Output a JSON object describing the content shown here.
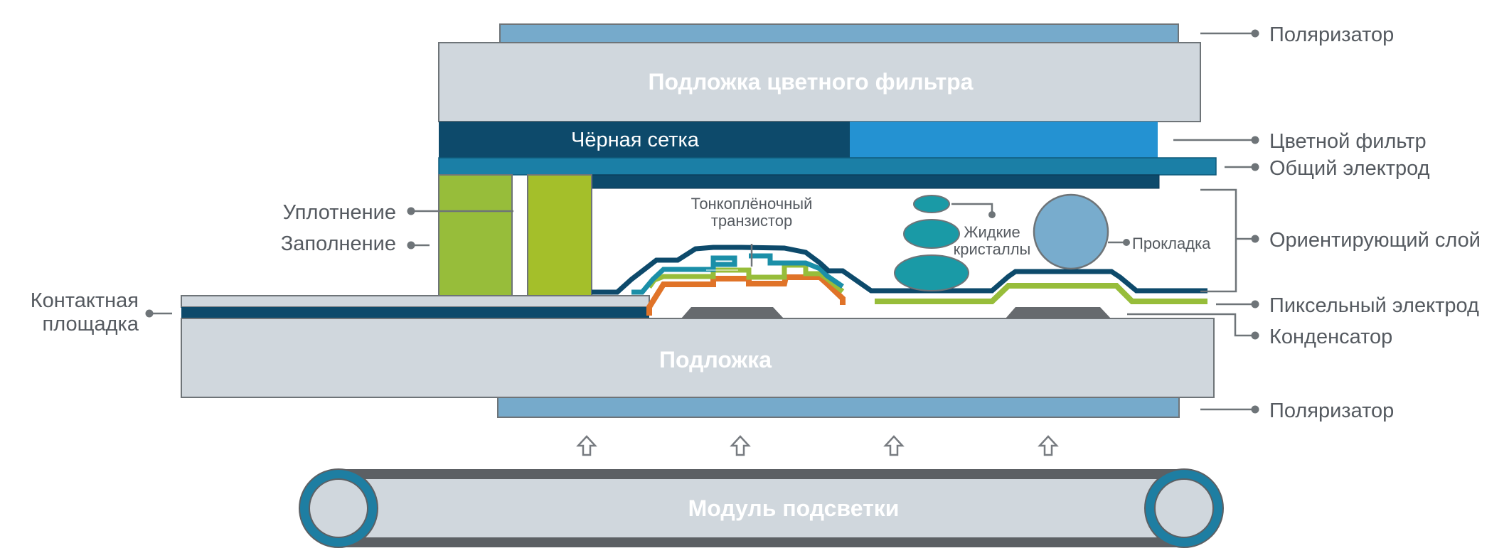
{
  "diagram": {
    "polarizer_top": "Поляризатор",
    "color_filter_substrate": "Подложка цветного фильтра",
    "black_matrix": "Чёрная сетка",
    "color_filter": "Цветной фильтр",
    "common_electrode": "Общий электрод",
    "seal": "Уплотнение",
    "fill": "Заполнение",
    "tft_line1": "Тонкоплёночный",
    "tft_line2": "транзистор",
    "lc_line1": "Жидкие",
    "lc_line2": "кристаллы",
    "spacer": "Прокладка",
    "alignment_layer": "Ориентирующий слой",
    "contact_pad_line1": "Контактная",
    "contact_pad_line2": "площадка",
    "pixel_electrode": "Пиксельный электрод",
    "capacitor": "Конденсатор",
    "substrate": "Подложка",
    "polarizer_bottom": "Поляризатор",
    "backlight": "Модуль подсветки"
  },
  "colors": {
    "polarizer": "#76aacb",
    "substrate": "#d0d7dd",
    "black_matrix": "#0d4a6b",
    "color_filter": "#2492d2",
    "common_electrode": "#1b7fa6",
    "seal": "#97bd3a",
    "fill": "#a4bf2a",
    "liquid_crystal": "#1a9aa6",
    "spacer": "#78accd",
    "tft_orange": "#e07328",
    "pixel_green": "#97bd3a",
    "capacitor": "#666a6e",
    "leader": "#666a6e"
  }
}
